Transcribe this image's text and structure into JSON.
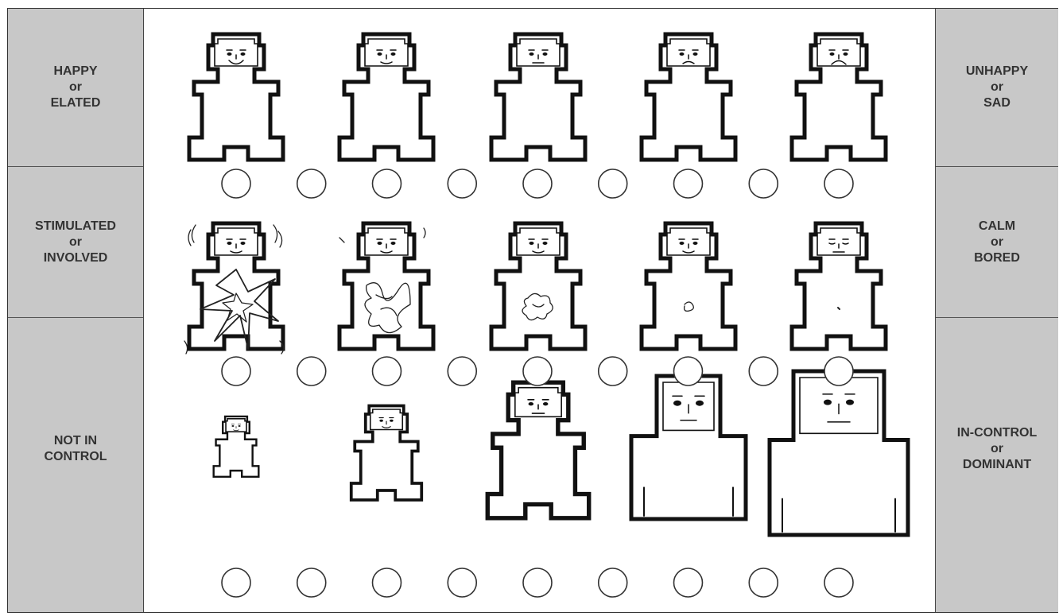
{
  "rows": [
    {
      "left_label": [
        "HAPPY",
        "or",
        "ELATED"
      ],
      "right_label": [
        "UNHAPPY",
        "or",
        "SAD"
      ]
    },
    {
      "left_label": [
        "STIMULATED",
        "or",
        "INVOLVED"
      ],
      "right_label": [
        "CALM",
        "or",
        "BORED"
      ]
    },
    {
      "left_label": [
        "NOT IN",
        "CONTROL"
      ],
      "right_label": [
        "IN-CONTROL",
        "or",
        "DOMINANT"
      ]
    }
  ],
  "colors": {
    "label_panel": "#c8c8c8",
    "label_text": "#333333",
    "figure_stroke": "#111111"
  },
  "scale_points_per_row": 9
}
